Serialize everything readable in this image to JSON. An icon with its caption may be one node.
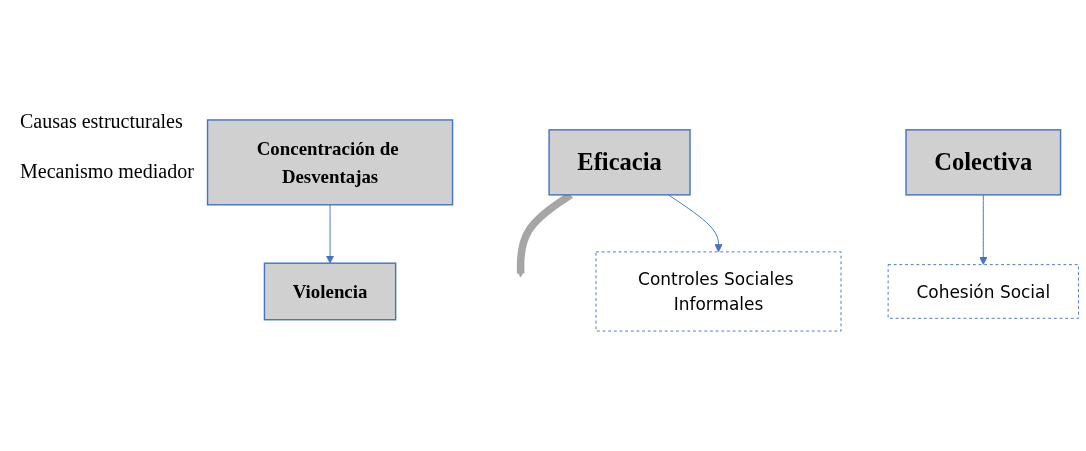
{
  "diagram": {
    "nodes": [
      {
        "text": [
          "Concentración de Desventajas"
        ]
      },
      {
        "text": [
          "Violencia"
        ]
      },
      {
        "text": [
          "Eficacia"
        ]
      },
      {
        "text": [
          "Colectiva"
        ]
      },
      {
        "text": [
          "Controles Sociales Informales"
        ]
      },
      {
        "text": [
          "Cohesión Social"
        ]
      }
    ],
    "edges": [
      {
        "from": 0,
        "to": 1,
        "arrow": "to",
        "color": "#4472c4"
      },
      {
        "from": 2,
        "to": null,
        "arrow": "to",
        "style": "thick",
        "color": "#a6a6a6"
      },
      {
        "from": 2,
        "to": 4,
        "arrow": "to",
        "color": "#4472c4"
      },
      {
        "from": 3,
        "to": 5,
        "arrow": "to",
        "color": "#4472c4"
      }
    ],
    "labels": [
      "Causas estructurales",
      "Mecanismo mediador"
    ]
  }
}
